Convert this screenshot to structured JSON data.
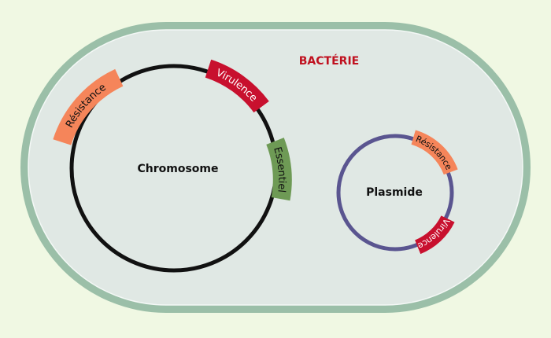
{
  "diagram": {
    "title": "BACTÉRIE",
    "chromosome": {
      "label": "Chromosome"
    },
    "plasmid": {
      "label": "Plasmide"
    },
    "genes": {
      "chromosome_resistance": "Résistance",
      "chromosome_virulence": "Virulence",
      "chromosome_essentiel": "Essentiel",
      "plasmid_resistance": "Résistance",
      "plasmid_virulence": "Virulence"
    }
  },
  "colors": {
    "background": "#f0f8e3",
    "cell_wall": "#9bbfa8",
    "cell_fill": "#e0e8e4",
    "title": "#c0111f",
    "chromosome": "#111111",
    "plasmid": "#5a5590",
    "resistance": "#f5855a",
    "virulence": "#c8102e",
    "essentiel": "#6e9a55"
  }
}
